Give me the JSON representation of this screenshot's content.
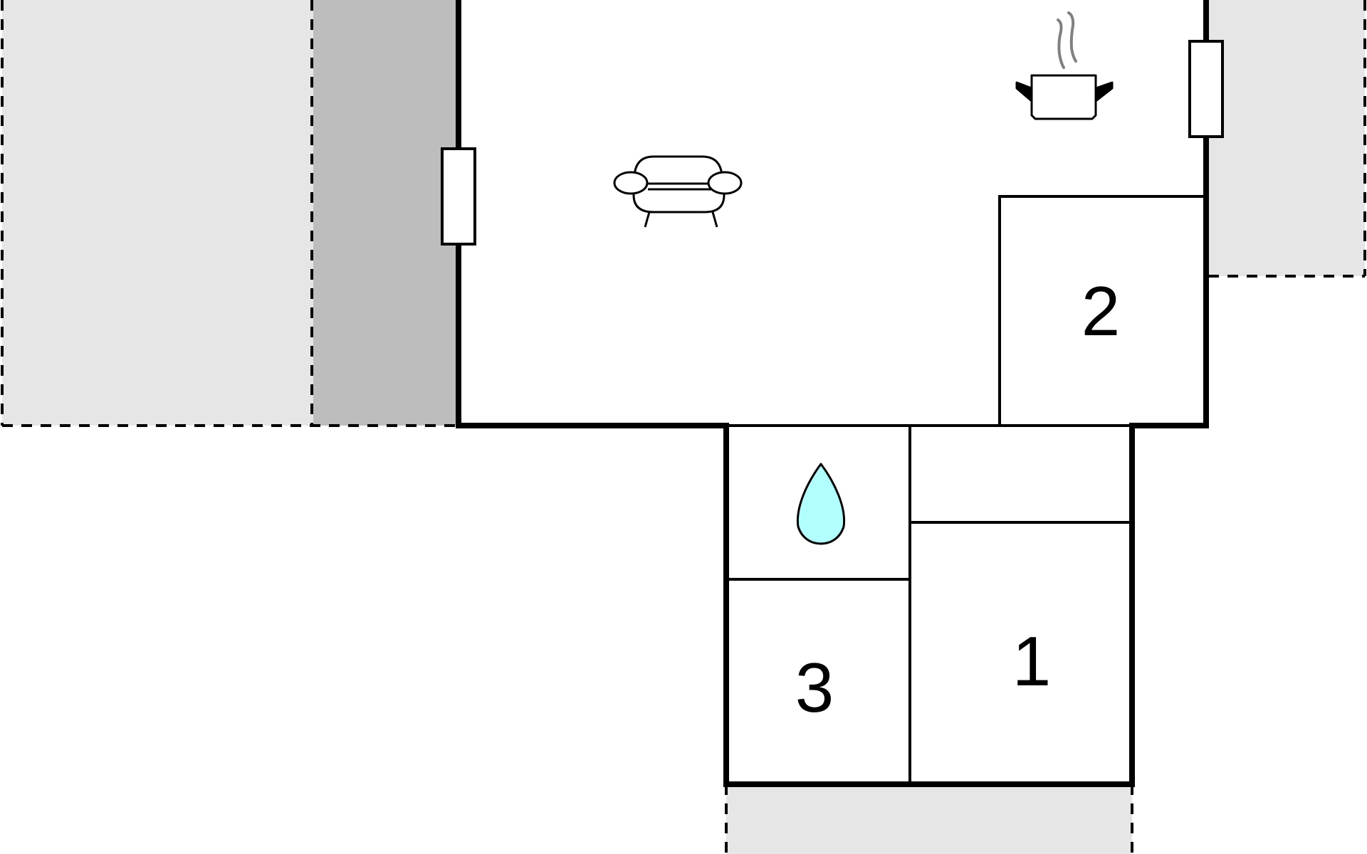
{
  "floorplan": {
    "rooms": [
      {
        "id": "room-1",
        "label": "1"
      },
      {
        "id": "room-2",
        "label": "2"
      },
      {
        "id": "room-3",
        "label": "3"
      }
    ],
    "icons": [
      "sofa-icon",
      "cooking-pot-icon",
      "water-drop-icon",
      "window-icon",
      "terrace-area"
    ],
    "colors": {
      "wall": "#000000",
      "terrace_light": "#e6e6e6",
      "terrace_dark": "#bdbdbd",
      "water": "#b2ffff",
      "steam": "#808080"
    }
  }
}
